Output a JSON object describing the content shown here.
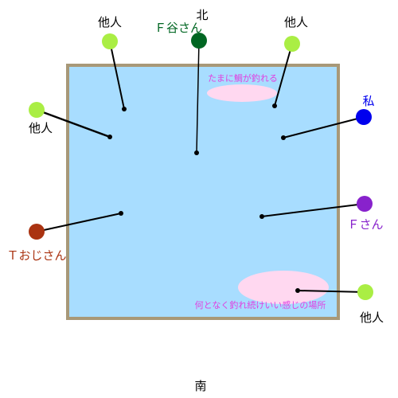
{
  "compass": {
    "north": "北",
    "south": "南"
  },
  "zones": {
    "sometimes_sea_bream": "たまに鯛が釣れる",
    "steady_spot": "何となく釣れ続けいい感じの場所"
  },
  "anglers": {
    "other_top_left": {
      "label": "他人",
      "color": "#aaee44"
    },
    "f_tani": {
      "label": "Ｆ谷さん",
      "color": "#006622"
    },
    "other_top_right": {
      "label": "他人",
      "color": "#aaee44"
    },
    "other_left": {
      "label": "他人",
      "color": "#aaee44"
    },
    "me": {
      "label": "私",
      "color": "#0000ee"
    },
    "f_san": {
      "label": "Ｆさん",
      "color": "#8822cc"
    },
    "t_ojisan": {
      "label": "Ｔおじさん",
      "color": "#aa3311"
    },
    "other_bottom_right": {
      "label": "他人",
      "color": "#aaee44"
    }
  },
  "colors": {
    "pond": "#a8ddff",
    "border": "#a89878",
    "zone": "#ffd8f0",
    "note_text": "#e040e0"
  }
}
